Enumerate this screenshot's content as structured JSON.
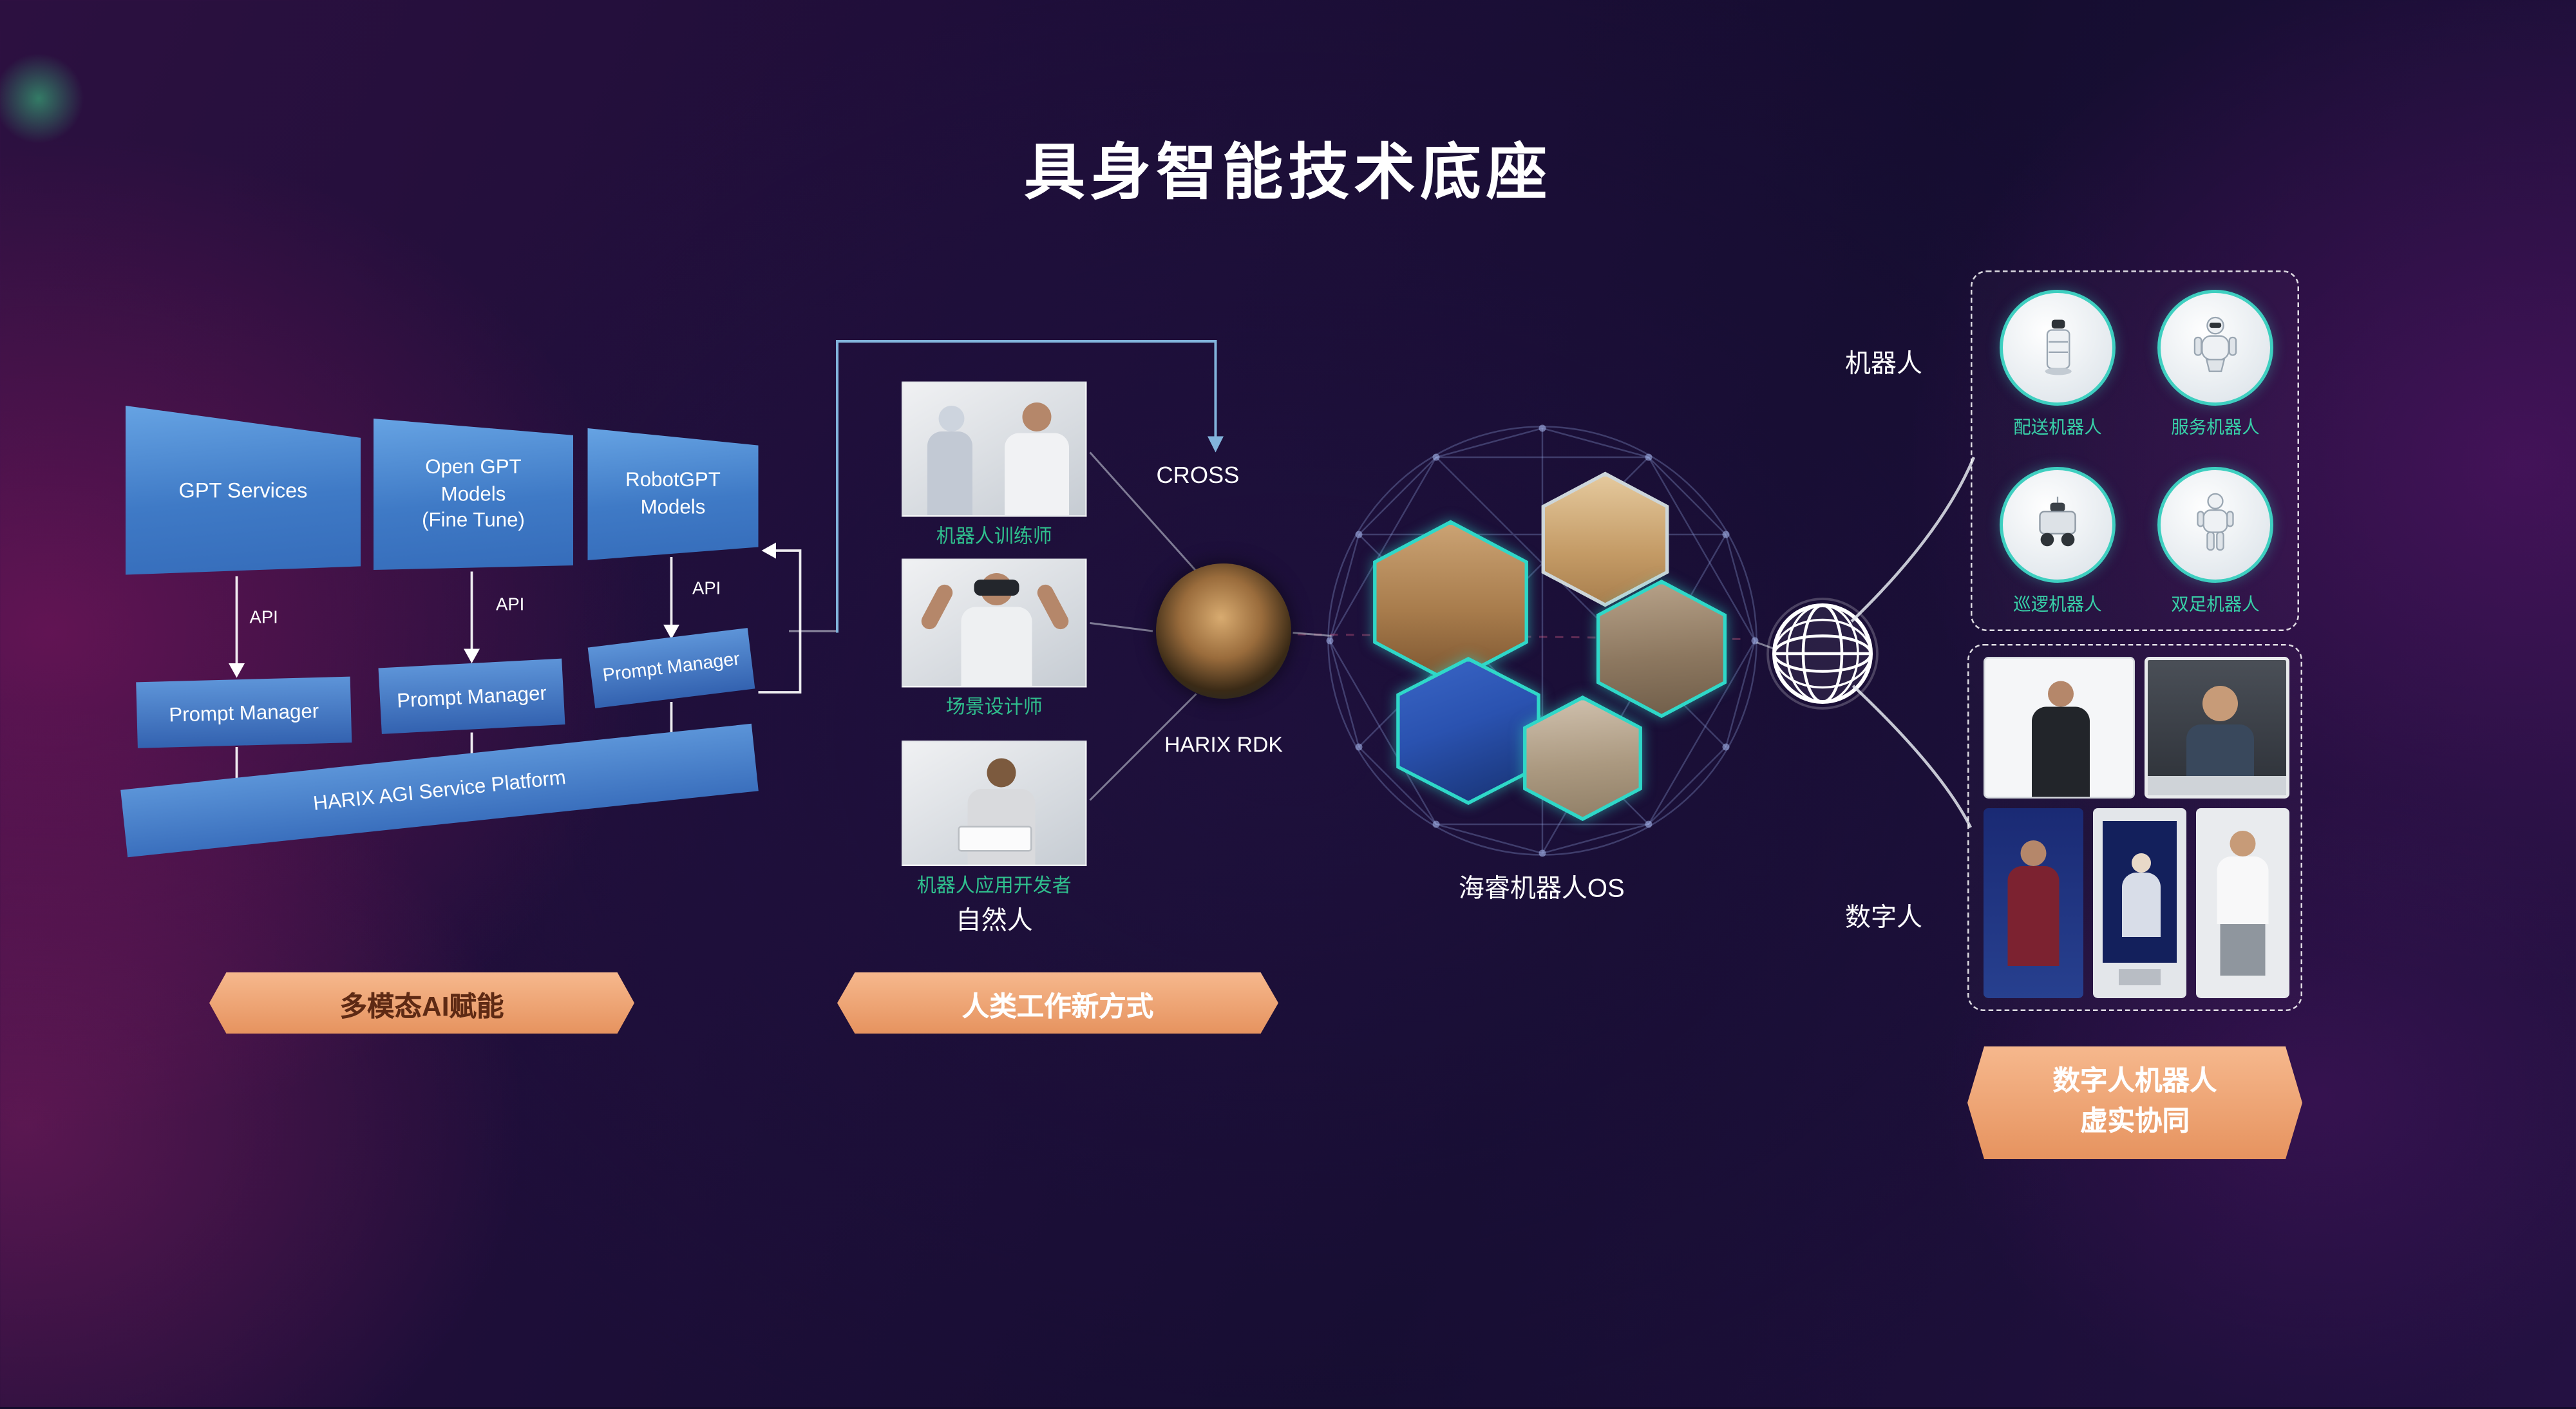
{
  "title": "具身智能技术底座",
  "left": {
    "banner": "多模态AI赋能",
    "gpt_boxes": [
      "GPT Services",
      "Open GPT\nModels\n(Fine Tune)",
      "RobotGPT\nModels"
    ],
    "api_labels": [
      "API",
      "API",
      "API"
    ],
    "prompt_managers": [
      "Prompt Manager",
      "Prompt Manager",
      "Prompt Manager"
    ],
    "platform": "HARIX AGI Service Platform"
  },
  "middle": {
    "banner": "人类工作新方式",
    "photos": [
      {
        "caption": "机器人训练师"
      },
      {
        "caption": "场景设计师"
      },
      {
        "caption": "机器人应用开发者"
      }
    ],
    "group_label": "自然人",
    "cross": "CROSS",
    "rdk": "HARIX RDK"
  },
  "os": {
    "label": "海睿机器人OS"
  },
  "right": {
    "robots_label": "机器人",
    "robots": [
      {
        "name": "配送机器人"
      },
      {
        "name": "服务机器人"
      },
      {
        "name": "巡逻机器人"
      },
      {
        "name": "双足机器人"
      }
    ],
    "digital_label": "数字人",
    "banner": "数字人机器人\n虚实协同"
  },
  "colors": {
    "accent_teal": "#3ecfc0",
    "banner_orange": "#eda87e",
    "box_blue": "#4a86cf",
    "caption_green": "#2fbf8d",
    "background_purple": "#1d0e38"
  }
}
